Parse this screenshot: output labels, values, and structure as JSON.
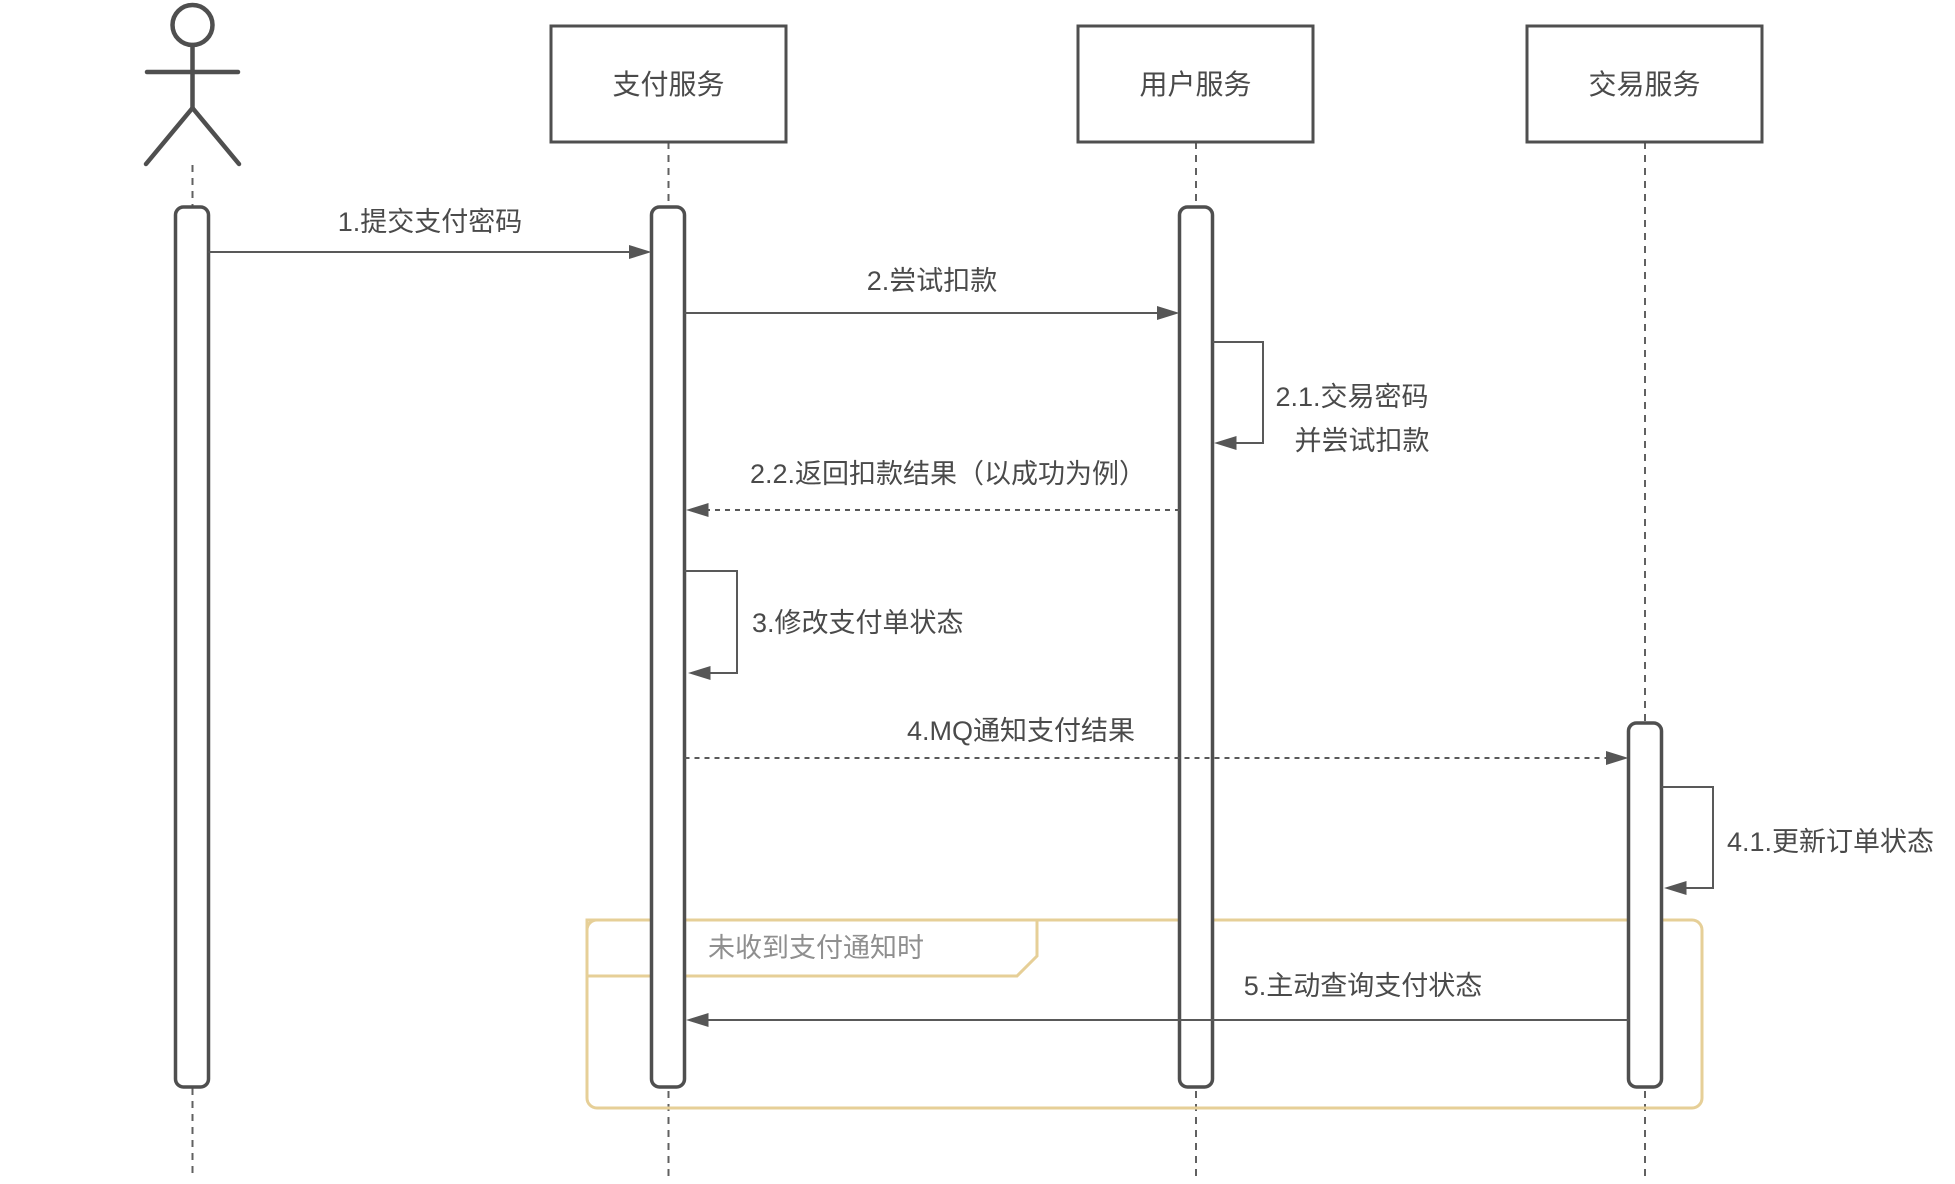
{
  "diagram_type": "uml-sequence",
  "participants": [
    {
      "label": "支付服务"
    },
    {
      "label": "用户服务"
    },
    {
      "label": "交易服务"
    }
  ],
  "messages": {
    "m1": "1.提交支付密码",
    "m2": "2.尝试扣款",
    "m2_1_line1": "2.1.交易密码",
    "m2_1_line2": "并尝试扣款",
    "m2_2": "2.2.返回扣款结果（以成功为例）",
    "m3": "3.修改支付单状态",
    "m4": "4.MQ通知支付结果",
    "m4_1": "4.1.更新订单状态",
    "m5": "5.主动查询支付状态"
  },
  "fragment": {
    "label": "未收到支付通知时"
  },
  "colors": {
    "line": "#595959",
    "shape_stroke": "#4f4f4f",
    "text": "#4a4a4a",
    "frame_border": "#e6cf97",
    "frame_label_text": "#8f8f8f",
    "background": "#ffffff"
  }
}
